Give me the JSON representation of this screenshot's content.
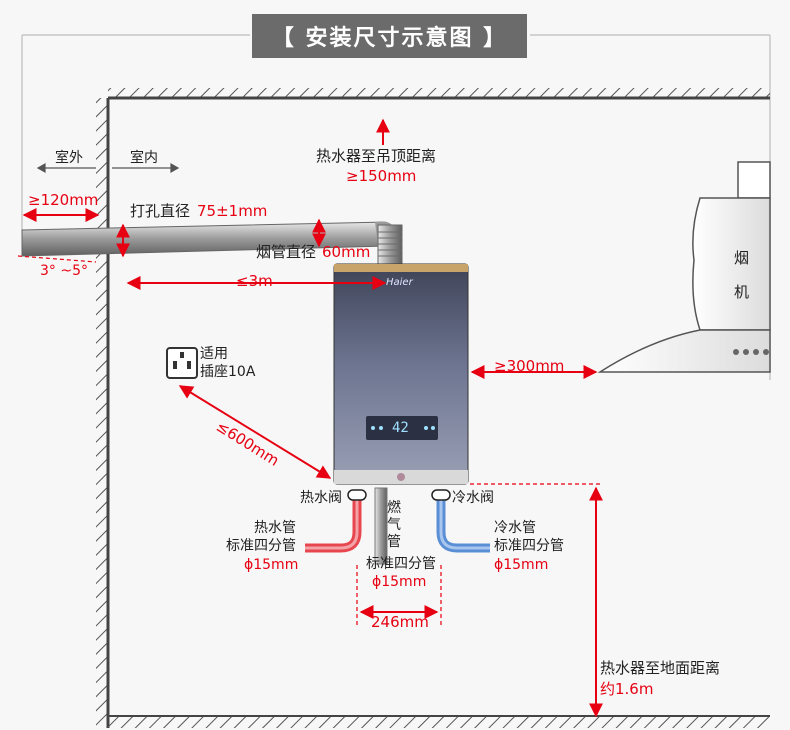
{
  "title": "【 安装尺寸示意图 】",
  "zones": {
    "outdoor": "室外",
    "indoor": "室内"
  },
  "dimensions": {
    "wall_extension": "≥120mm",
    "hole_label": "打孔直径",
    "hole_value": "75±1mm",
    "slope": "3° ~5°",
    "flue_label": "烟管直径",
    "flue_value": "60mm",
    "pipe_length": "≤3m",
    "ceiling_label": "热水器至吊顶距离",
    "ceiling_value": "≥150mm",
    "hood_distance": "≥300mm",
    "socket_distance": "≤600mm",
    "pipe_spacing": "246mm",
    "floor_label": "热水器至地面距离",
    "floor_value": "约1.6m"
  },
  "socket": {
    "line1": "适用",
    "line2": "插座10A"
  },
  "range_hood": {
    "line1": "烟",
    "line2": "机"
  },
  "heater": {
    "brand": "Haier",
    "display": "42"
  },
  "valves": {
    "hot": "热水阀",
    "cold": "冷水阀"
  },
  "pipes": {
    "hot": {
      "name": "热水管",
      "spec": "标准四分管",
      "size": "ϕ15mm"
    },
    "gas": {
      "name": "燃气管",
      "spec": "标准四分管",
      "size": "ϕ15mm"
    },
    "cold": {
      "name": "冷水管",
      "spec": "标准四分管",
      "size": "ϕ15mm"
    }
  },
  "colors": {
    "dimension": "#e60012",
    "hot_pipe": "#e8464e",
    "cold_pipe": "#5a8fd6",
    "heater_body": "#5a6277",
    "wall": "#555555"
  }
}
